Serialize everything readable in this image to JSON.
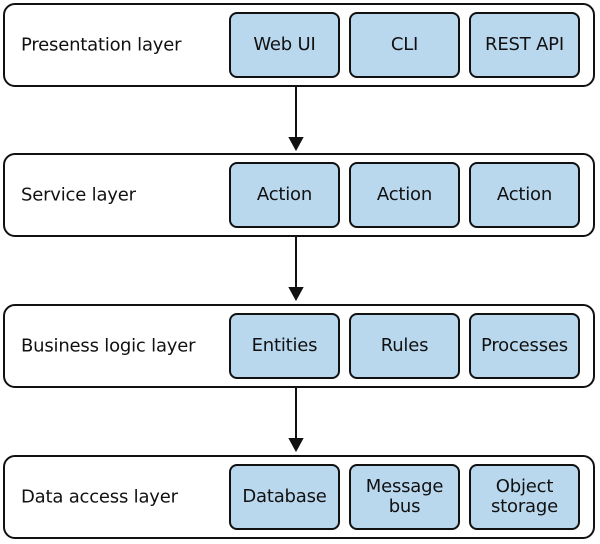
{
  "layers": [
    {
      "label": "Presentation layer",
      "components": [
        "Web UI",
        "CLI",
        "REST API"
      ]
    },
    {
      "label": "Service layer",
      "components": [
        "Action",
        "Action",
        "Action"
      ]
    },
    {
      "label": "Business logic layer",
      "components": [
        "Entities",
        "Rules",
        "Processes"
      ]
    },
    {
      "label": "Data access layer",
      "components": [
        "Database",
        "Message\nbus",
        "Object\nstorage"
      ]
    }
  ]
}
